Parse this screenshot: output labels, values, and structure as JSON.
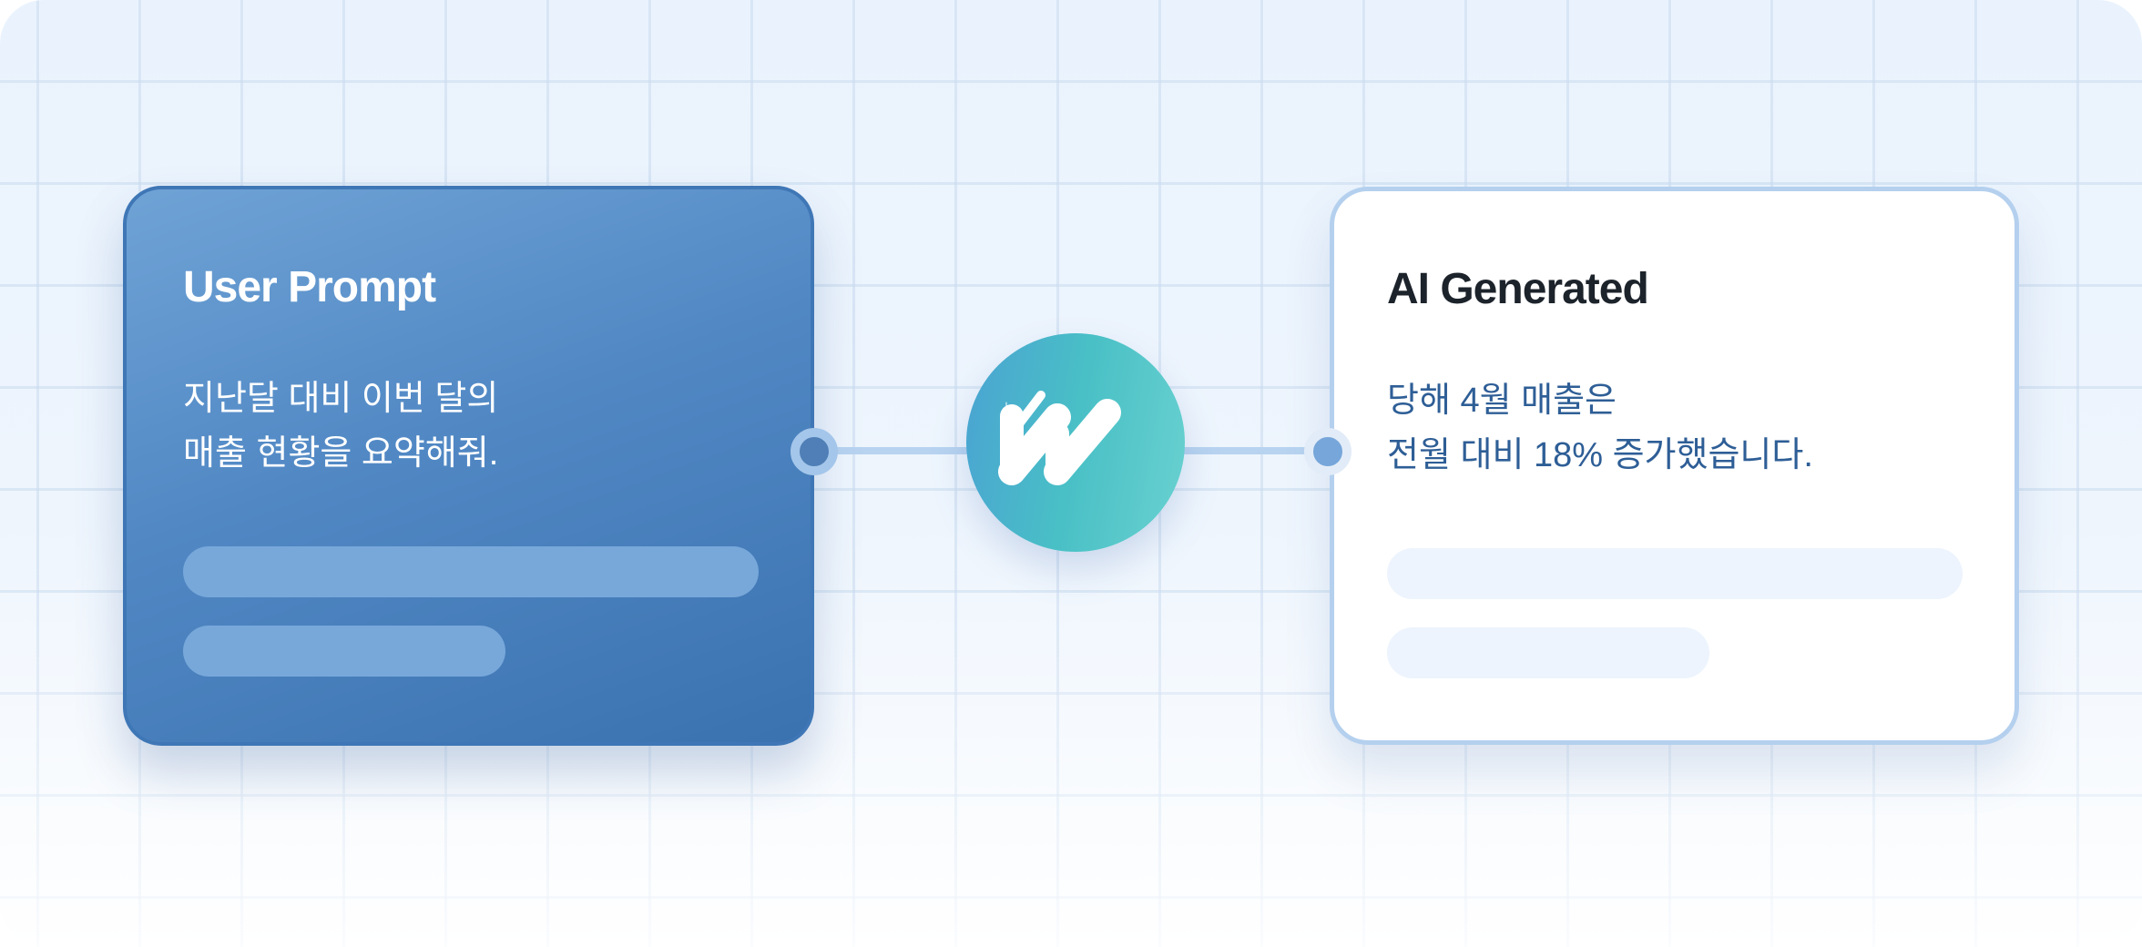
{
  "user_card": {
    "title": "User Prompt",
    "lines": [
      "지난달 대비 이번 달의",
      "매출 현황을 요약해줘."
    ]
  },
  "ai_card": {
    "title": "AI Generated",
    "lines": [
      "당해 4월 매출은",
      "전월 대비 18% 증가했습니다."
    ]
  },
  "hub": {
    "icon": "w-logo-icon"
  },
  "colors": {
    "user_card": "#5188c4",
    "ai_border": "#b4d0ee",
    "hub_teal": "#49c0c6",
    "ai_text": "#2e5e96"
  }
}
